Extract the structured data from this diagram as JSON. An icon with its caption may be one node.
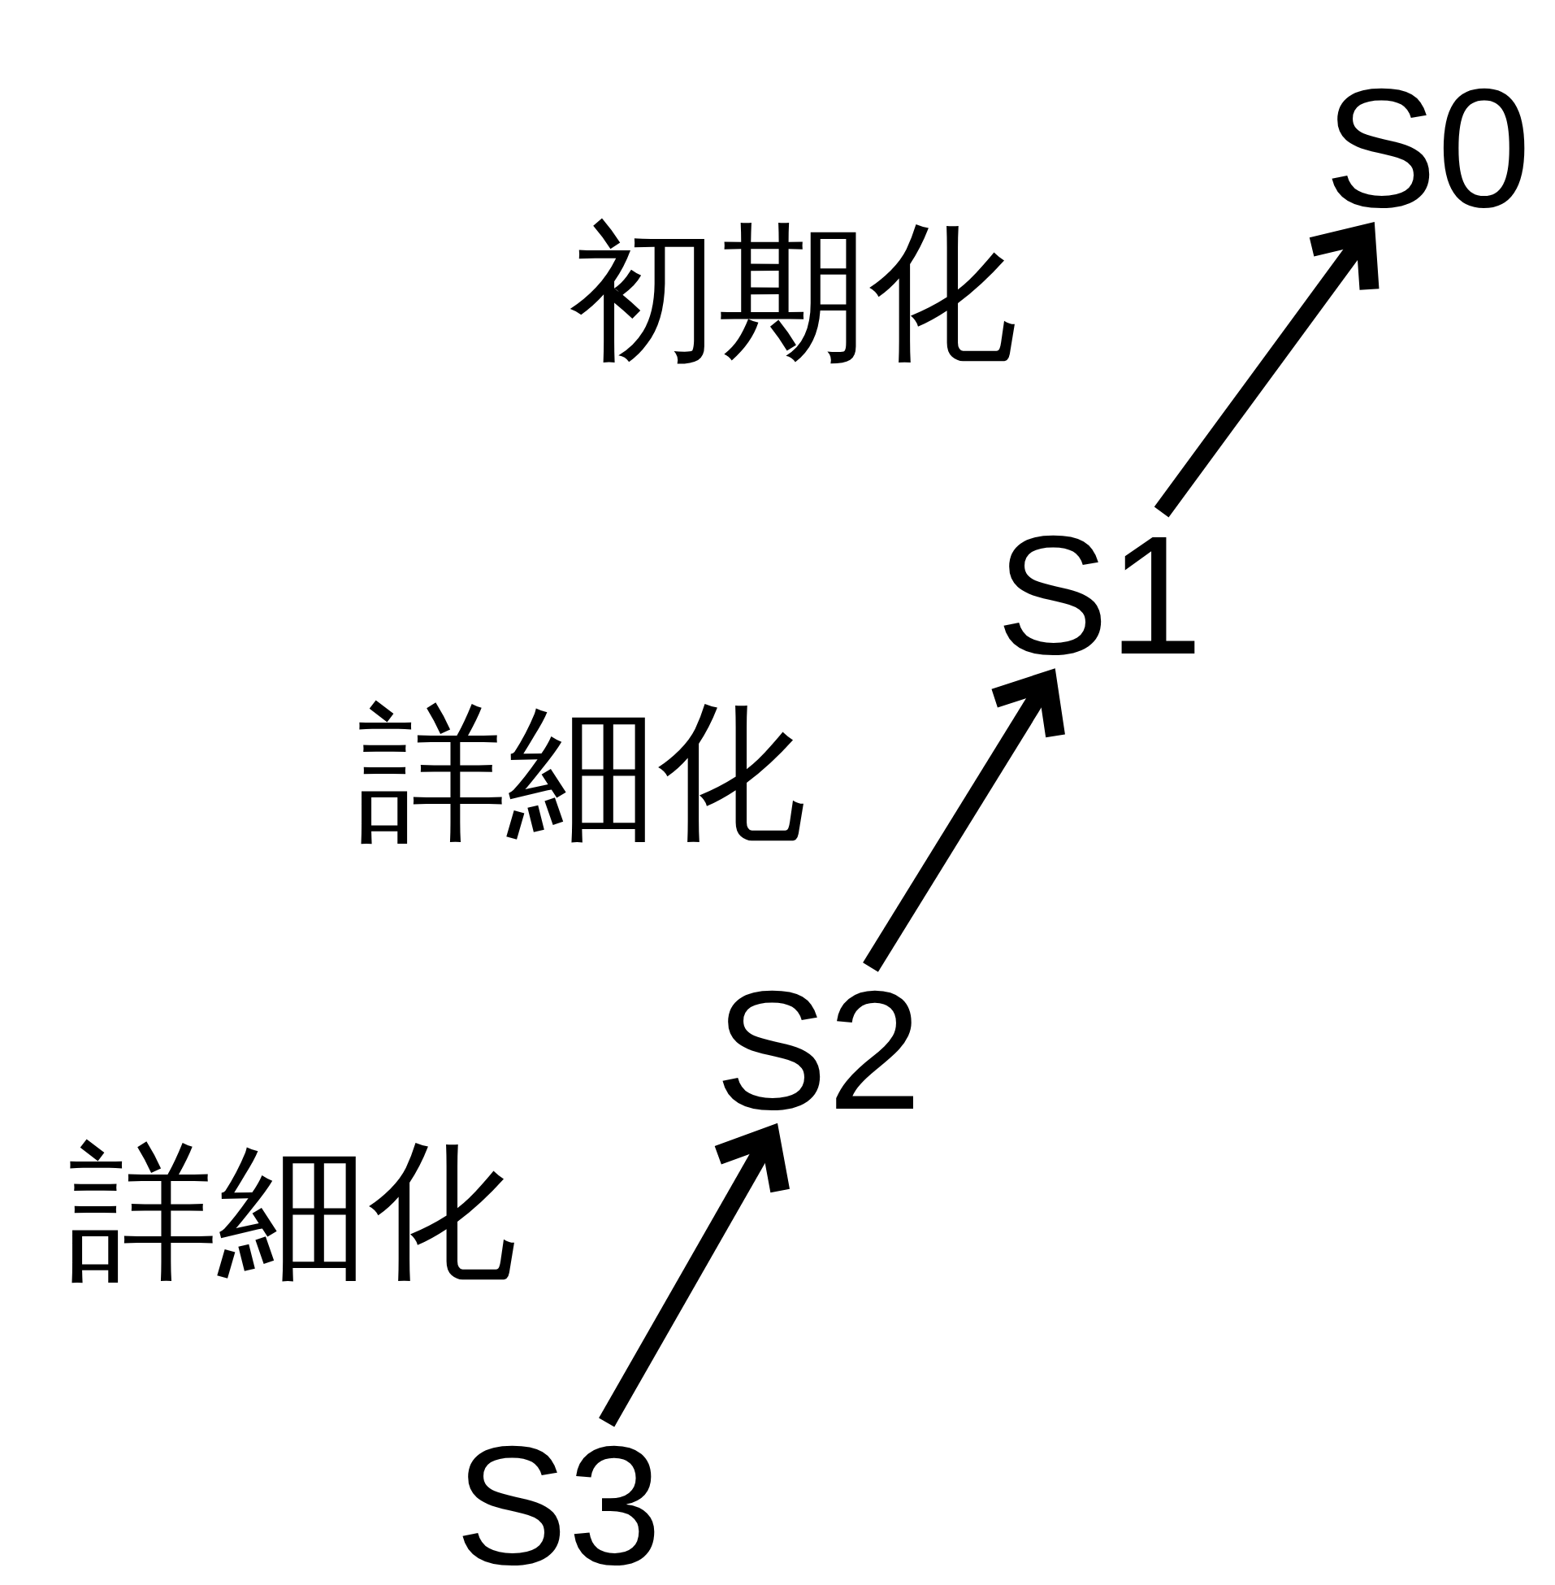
{
  "diagram": {
    "nodes": [
      {
        "text": [
          "S0"
        ]
      },
      {
        "text": [
          "S1"
        ]
      },
      {
        "text": [
          "S2"
        ]
      },
      {
        "text": [
          "S3"
        ]
      }
    ],
    "edges": [
      {
        "from": 1,
        "to": 0,
        "arrow": "to",
        "label": "初期化"
      },
      {
        "from": 2,
        "to": 1,
        "arrow": "to",
        "label": "詳細化"
      },
      {
        "from": 3,
        "to": 2,
        "arrow": "to",
        "label": "詳細化"
      }
    ]
  }
}
